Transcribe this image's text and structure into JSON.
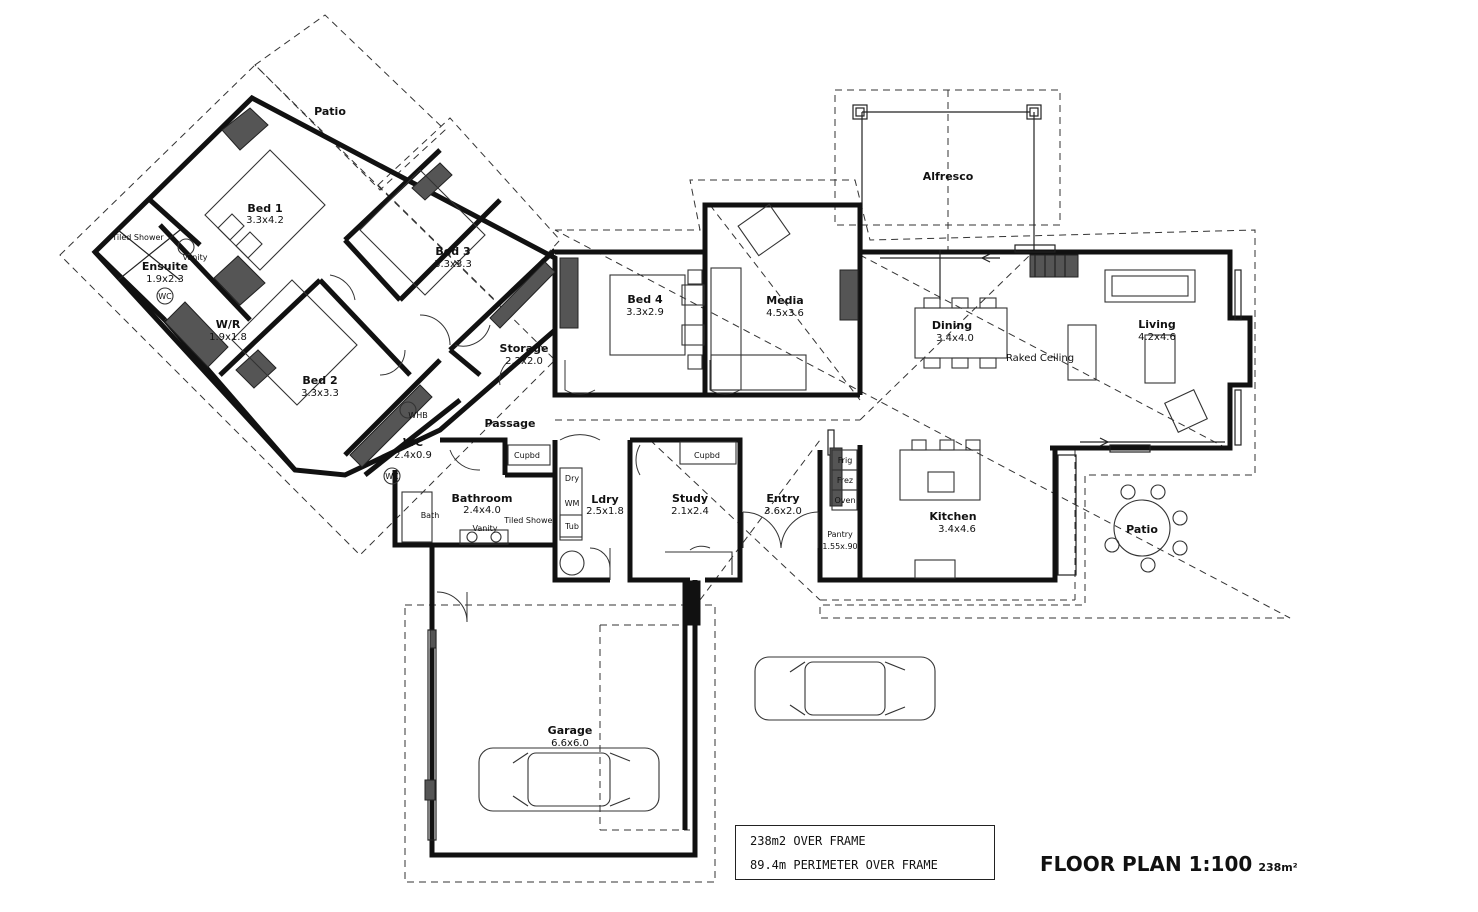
{
  "rooms": [
    {
      "id": "patio-top",
      "name": "Patio",
      "dims": ""
    },
    {
      "id": "bed1",
      "name": "Bed 1",
      "dims": "3.3x4.2"
    },
    {
      "id": "bed3",
      "name": "Bed 3",
      "dims": "3.3x3.3"
    },
    {
      "id": "ensuite",
      "name": "Ensuite",
      "dims": "1.9x2.3"
    },
    {
      "id": "wr",
      "name": "W/R",
      "dims": "1.9x1.8"
    },
    {
      "id": "bed2",
      "name": "Bed 2",
      "dims": "3.3x3.3"
    },
    {
      "id": "storage",
      "name": "Storage",
      "dims": "2.2x2.0"
    },
    {
      "id": "bed4",
      "name": "Bed 4",
      "dims": "3.3x2.9"
    },
    {
      "id": "media",
      "name": "Media",
      "dims": "4.5x3.6"
    },
    {
      "id": "alfresco",
      "name": "Alfresco",
      "dims": ""
    },
    {
      "id": "dining",
      "name": "Dining",
      "dims": "3.4x4.0"
    },
    {
      "id": "living",
      "name": "Living",
      "dims": "4.2x4.6"
    },
    {
      "id": "passage",
      "name": "Passage",
      "dims": ""
    },
    {
      "id": "wc",
      "name": "WC",
      "dims": "2.4x0.9"
    },
    {
      "id": "bathroom",
      "name": "Bathroom",
      "dims": "2.4x4.0"
    },
    {
      "id": "ldry",
      "name": "Ldry",
      "dims": "2.5x1.8"
    },
    {
      "id": "study",
      "name": "Study",
      "dims": "2.1x2.4"
    },
    {
      "id": "entry",
      "name": "Entry",
      "dims": "3.6x2.0"
    },
    {
      "id": "kitchen",
      "name": "Kitchen",
      "dims": "3.4x4.6"
    },
    {
      "id": "patio-right",
      "name": "Patio",
      "dims": ""
    },
    {
      "id": "garage",
      "name": "Garage",
      "dims": "6.6x6.0"
    },
    {
      "id": "pantry",
      "name": "Pantry",
      "dims": "1.55x.90"
    }
  ],
  "fixtures": {
    "tiled_shower_ensuite": "Tiled Shower",
    "vanity_ensuite": "Vanity",
    "wc_ensuite": "WC",
    "whb": "WHB",
    "wc_toilet": "WC",
    "bath": "Bath",
    "vanity_bath": "Vanity",
    "tiled_shower_bath": "Tiled Shower",
    "cupbd_passage": "Cupbd",
    "cupbd_study": "Cupbd",
    "dry": "Dry",
    "wm": "WM",
    "tub": "Tub",
    "frig": "Frig",
    "frez": "Frez",
    "oven": "Oven",
    "raked_ceiling": "Raked Ceiling"
  },
  "notes": {
    "line1": "238m2 OVER FRAME",
    "line2": "89.4m PERIMETER OVER FRAME"
  },
  "title": {
    "text": "FLOOR PLAN 1:100",
    "area": "238m²"
  }
}
